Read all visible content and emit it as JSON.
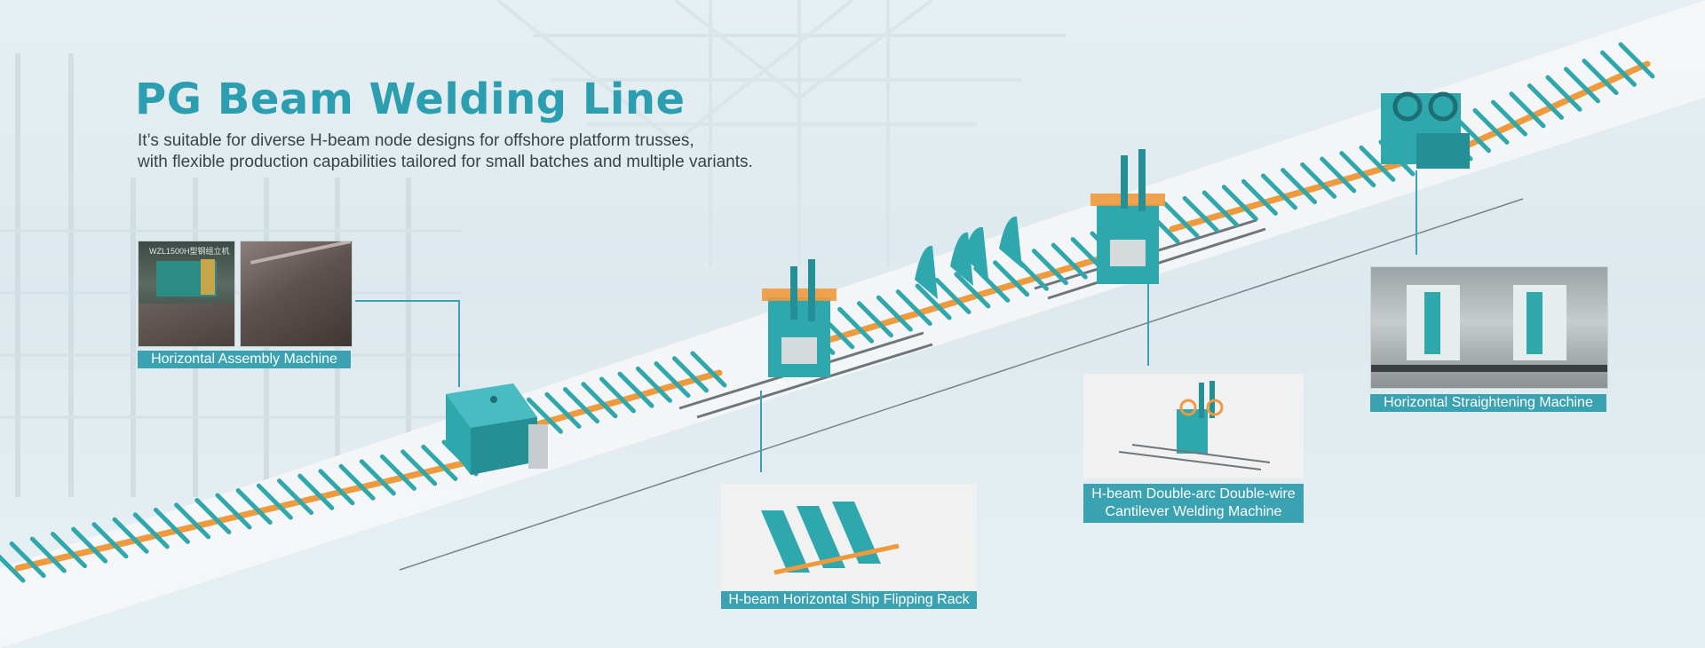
{
  "header": {
    "title": "PG Beam Welding Line",
    "subtitle_line1": "It’s suitable for diverse H-beam node designs for offshore platform trusses,",
    "subtitle_line2": "with flexible production capabilities tailored for small batches and multiple variants."
  },
  "stations": {
    "assembly": {
      "label": "Horizontal Assembly Machine",
      "photo_text": "WZL1500H型钢组立机"
    },
    "flipping": {
      "label": "H-beam Horizontal Ship Flipping Rack"
    },
    "welding": {
      "label_line1": "H-beam Double-arc Double-wire",
      "label_line2": "Cantilever Welding Machine"
    },
    "straightening": {
      "label": "Horizontal Straightening Machine"
    }
  },
  "colors": {
    "accent": "#3aa2b0",
    "machine_teal": "#2ea7ad",
    "conveyor_orange": "#ef9a3c",
    "title": "#2b9fb0"
  }
}
